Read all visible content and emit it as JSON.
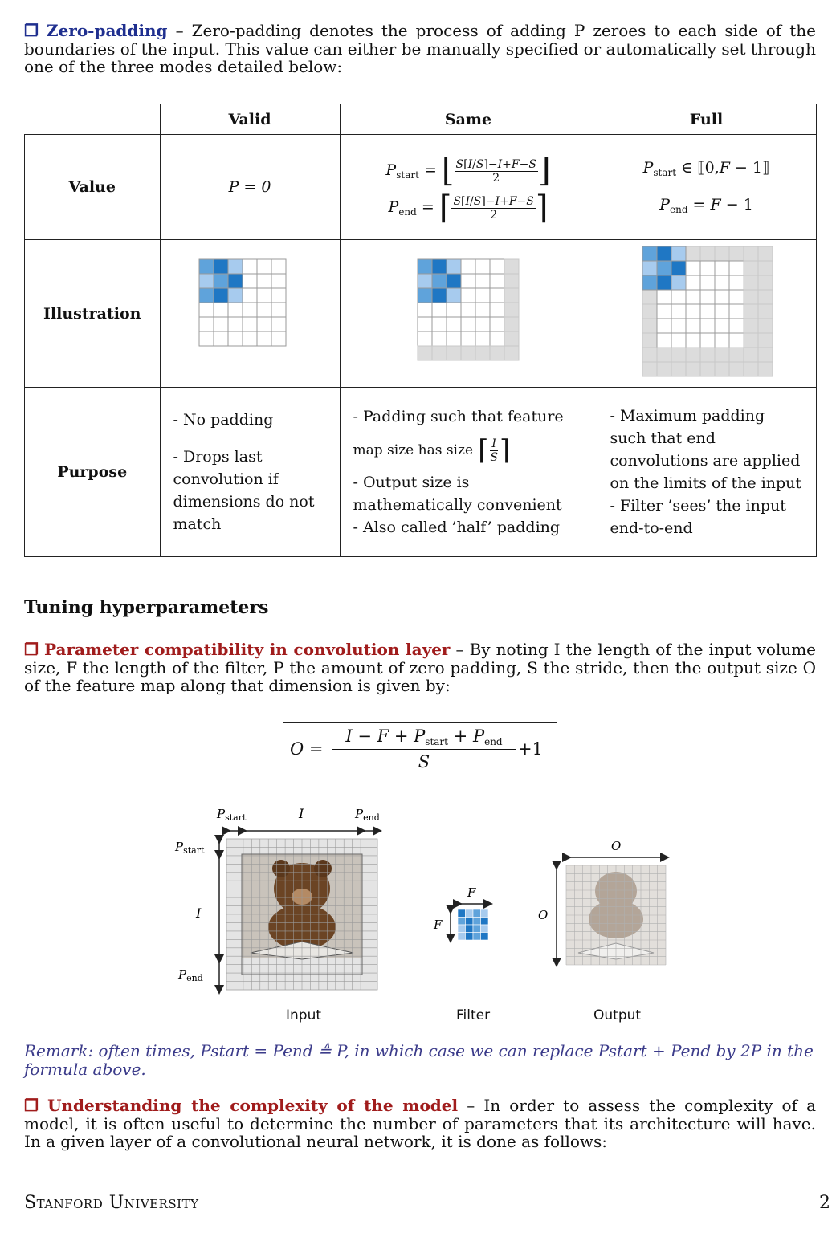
{
  "zero_padding": {
    "title": "Zero-padding",
    "dash": " – ",
    "text": "Zero-padding denotes the process of adding P zeroes to each side of the boundaries of the input. This value can either be manually specified or automatically set through one of the three modes detailed below:"
  },
  "table": {
    "headers": [
      "Valid",
      "Same",
      "Full"
    ],
    "row_labels": [
      "Value",
      "Illustration",
      "Purpose"
    ],
    "value_valid": "P = 0",
    "purpose_valid": [
      "- No padding",
      "- Drops last convolution if dimensions do not match"
    ],
    "purpose_same_1": "- Padding such that feature",
    "purpose_same_2": "map size has size",
    "purpose_same_3": "- Output size is mathematically convenient",
    "purpose_same_4": "- Also called ’half’ padding",
    "purpose_full": "- Maximum padding such that end convolutions are applied on the limits of the input\n- Filter ’sees’ the input end-to-end"
  },
  "tuning": {
    "section_title": "Tuning hyperparameters",
    "param_title": "Parameter compatibility in convolution layer",
    "param_text": "By noting I the length of the input volume size, F the length of the filter, P the amount of zero padding, S the stride, then the output size O of the feature map along that dimension is given by:"
  },
  "figure": {
    "input_label": "Input",
    "filter_label": "Filter",
    "output_label": "Output"
  },
  "remark": "Remark: often times, Pstart = Pend ≜ P, in which case we can replace Pstart + Pend by 2P in the formula above.",
  "complexity": {
    "title": "Understanding the complexity of the model",
    "text": "In order to assess the complexity of a model, it is often useful to determine the number of parameters that its architecture will have. In a given layer of a convolutional neural network, it is done as follows:"
  },
  "footer": {
    "university": "Stanford University",
    "page": "2"
  },
  "colors": {
    "title_blue": "#1f2f8f",
    "title_red": "#a01c1c",
    "remark": "#3b3b8a",
    "cell_dark": "#1f77c4",
    "cell_mid": "#5fa3db",
    "cell_light": "#a7cbee",
    "pad_gray": "#dcdcdc"
  }
}
